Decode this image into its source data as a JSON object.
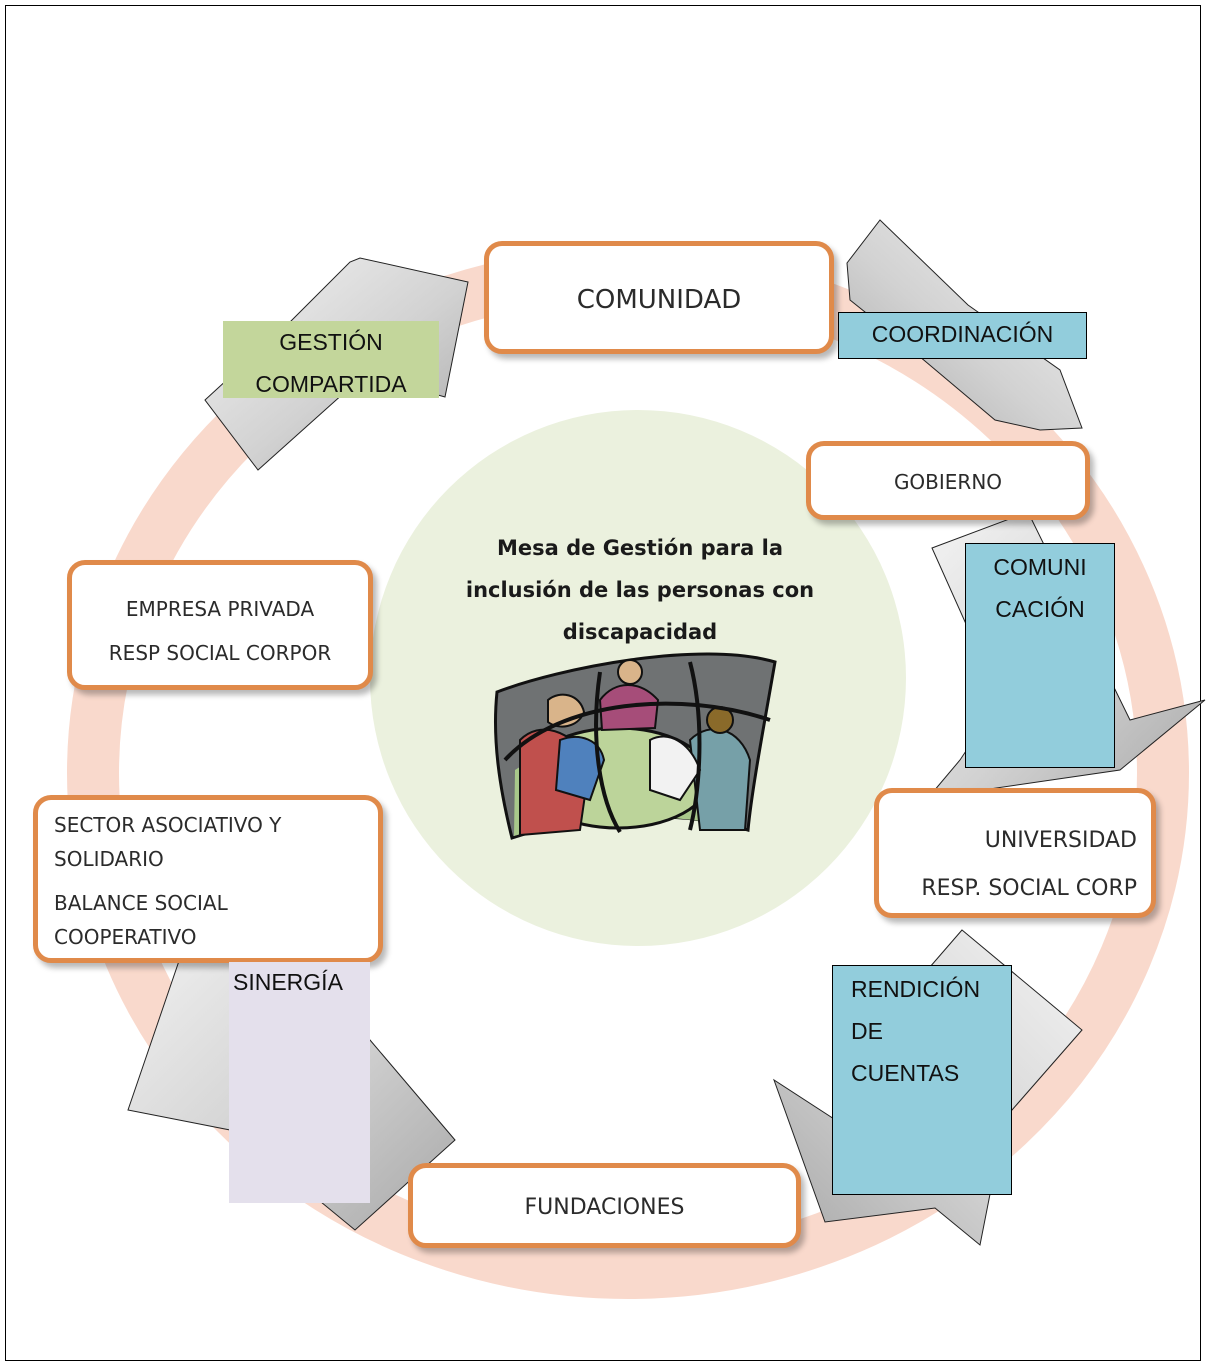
{
  "center": {
    "title_lines": [
      "Mesa de Gestión para la",
      "inclusión de las personas con",
      "discapacidad"
    ],
    "image": "meeting-clipart"
  },
  "nodes": {
    "comunidad": {
      "lines": [
        "COMUNIDAD"
      ]
    },
    "gobierno": {
      "lines": [
        "GOBIERNO"
      ]
    },
    "universidad": {
      "lines": [
        "UNIVERSIDAD",
        "RESP. SOCIAL CORP"
      ]
    },
    "fundaciones": {
      "lines": [
        "FUNDACIONES"
      ]
    },
    "sector": {
      "lines": [
        "SECTOR ASOCIATIVO Y",
        "SOLIDARIO",
        "BALANCE SOCIAL",
        "COOPERATIVO"
      ]
    },
    "empresa": {
      "lines": [
        "EMPRESA PRIVADA",
        "RESP SOCIAL CORPOR"
      ]
    }
  },
  "labels": {
    "coordinacion": {
      "lines": [
        "COORDINACIÓN"
      ],
      "color": "#92cddc"
    },
    "comunicacion": {
      "lines": [
        "COMUNI",
        "CACIÓN"
      ],
      "color": "#92cddc"
    },
    "rendicion": {
      "lines": [
        "RENDICIÓN",
        "DE",
        "CUENTAS"
      ],
      "color": "#92cddc"
    },
    "sinergia": {
      "lines": [
        "SINERGÍA"
      ],
      "color": "#e4e0ec"
    },
    "gestion": {
      "lines": [
        "GESTIÓN",
        "COMPARTIDA"
      ],
      "color": "#c3d69b"
    }
  },
  "colors": {
    "node_border": "#e08a4a",
    "ring": "#f9d9cc",
    "center_circle": "#ebf1de",
    "arrow_fill": "#d0d0d0"
  }
}
